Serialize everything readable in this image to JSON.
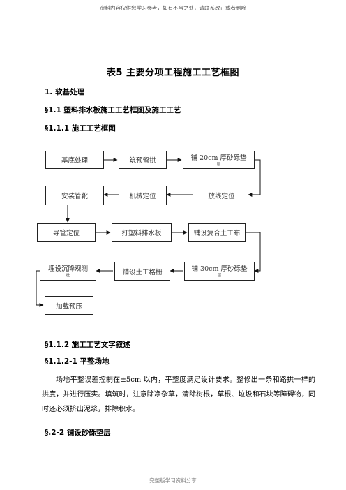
{
  "header": {
    "text": "资料内容仅供您学习参考，如有不当之处，请联系改正或者删除"
  },
  "title": "表5    主要分项工程施工工艺框图",
  "headings": {
    "h1": "1.  软基处理",
    "h2": "§1.1  塑料排水板施工工艺框图及施工工艺",
    "h3": "§1.1.1  施工工艺框图",
    "h4": "§1.1.2  施工工艺文字叙述",
    "h5": "§1.1.2-1  平整场地",
    "h6": "§.2-2 铺设砂砾垫层"
  },
  "flowchart": {
    "b1": "基底处理",
    "b2": "筑预留拱",
    "b3a": "铺 20cm 厚砂砾垫",
    "b3b": "层",
    "b4": "安装管靴",
    "b5": "机械定位",
    "b6": "放线定位",
    "b7": "导管定位",
    "b8": "打塑料排水板",
    "b9": "铺设复合土工布",
    "b10a": "埋设沉降观测",
    "b10b": "桩",
    "b11": "铺设土工格栅",
    "b12a": "铺 30cm 厚砂砾垫",
    "b12b": "层",
    "b13": "加载预压"
  },
  "body": {
    "p1": "场地平整误差控制在±5cm 以内，平整度满足设计要求。整修出一条和路拱一样的拱度，并进行压实。填筑时，注意除净杂草，清除树根，草根、垃圾和石块等障碍物，同时还必须挤出泥浆，排除积水。"
  },
  "footer": {
    "text": "完整版学习资料分享"
  }
}
